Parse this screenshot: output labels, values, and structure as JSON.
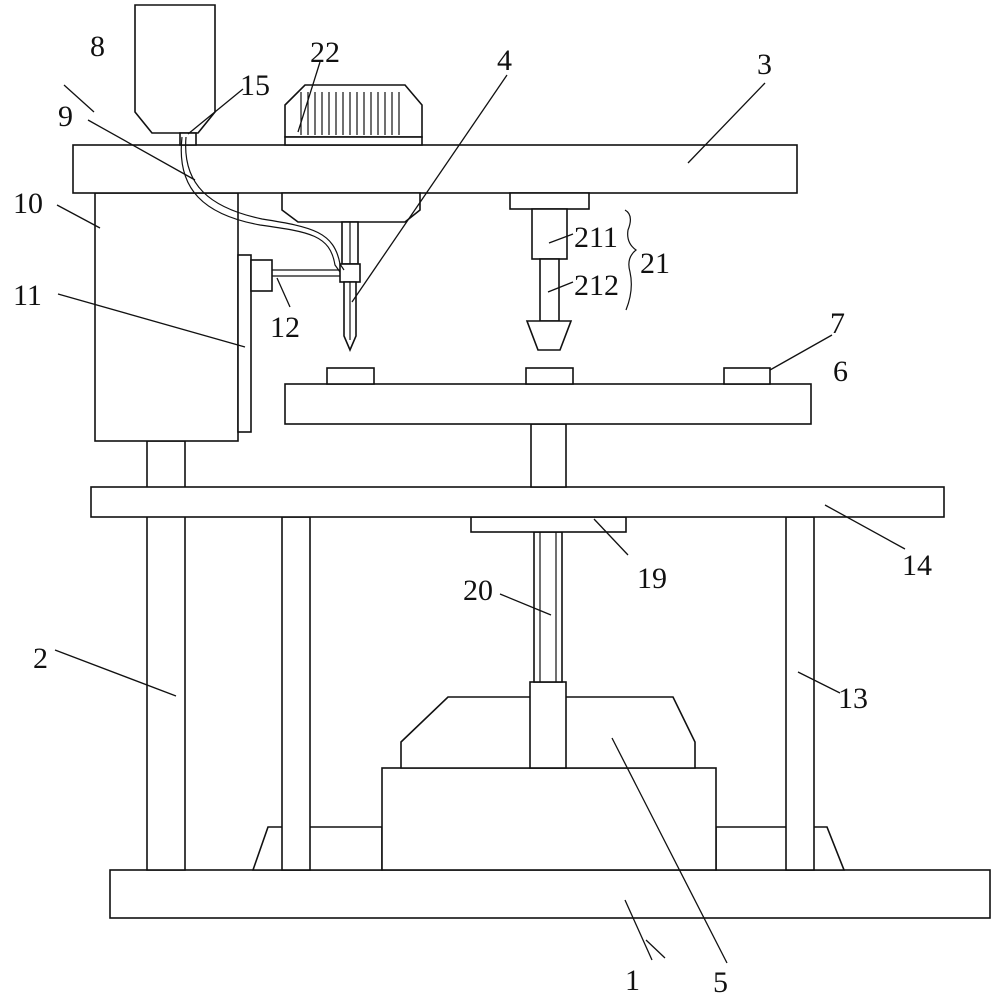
{
  "labels": {
    "l1": "1",
    "l2": "2",
    "l3": "3",
    "l4": "4",
    "l5": "5",
    "l6": "6",
    "l7": "7",
    "l8": "8",
    "l9": "9",
    "l10": "10",
    "l11": "11",
    "l12": "12",
    "l13": "13",
    "l14": "14",
    "l15": "15",
    "l19": "19",
    "l20": "20",
    "l21": "21",
    "l22": "22",
    "l211": "211",
    "l212": "212"
  },
  "colors": {
    "line": "#111111",
    "background": "#ffffff"
  }
}
